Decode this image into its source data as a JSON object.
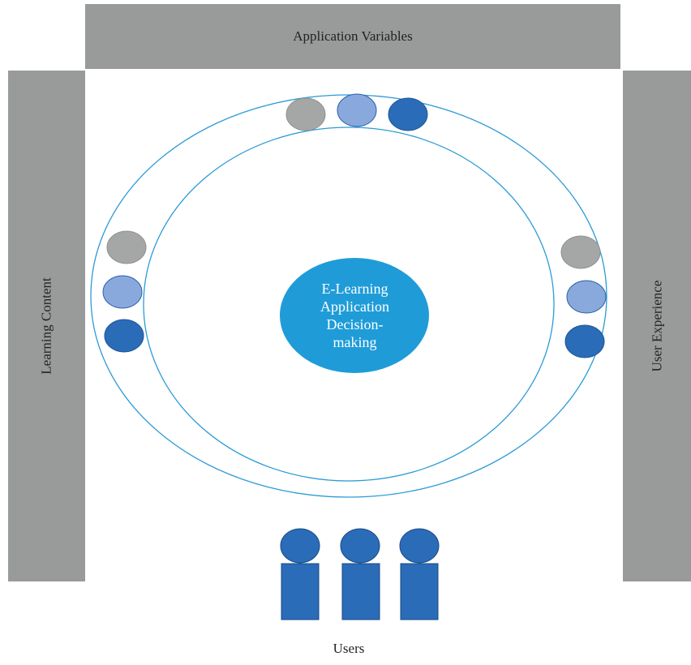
{
  "colors": {
    "bar": "#999b9b",
    "ring": "#2b9bd6",
    "center": "#1f9cd8",
    "dot_gray": "#a5a7a7",
    "dot_light": "#89a9dc",
    "dot_dark": "#2a6cb8",
    "user": "#2a6cb8"
  },
  "top_bar": {
    "label": "Application Variables"
  },
  "left_bar": {
    "label": "Learning Content"
  },
  "right_bar": {
    "label": "User Experience"
  },
  "center": {
    "label": "E-Learning Application Decision-making"
  },
  "users": {
    "label": "Users",
    "count": 3
  }
}
